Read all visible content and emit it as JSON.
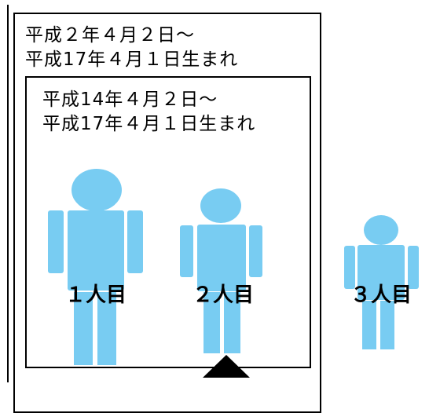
{
  "header": {
    "title_fragment": "…"
  },
  "outer_range": {
    "line1": "平成２年４月２日〜",
    "line2": "平成17年４月１日生まれ"
  },
  "inner_range": {
    "line1": "平成14年４月２日〜",
    "line2": "平成17年４月１日生まれ"
  },
  "people": [
    {
      "label": "１人目"
    },
    {
      "label": "２人目"
    },
    {
      "label": "３人目"
    }
  ],
  "colors": {
    "person": "#78ccf2",
    "border": "#000000",
    "marker": "#000000"
  },
  "icons": {
    "person": "person-icon",
    "marker": "triangle-marker-icon"
  }
}
